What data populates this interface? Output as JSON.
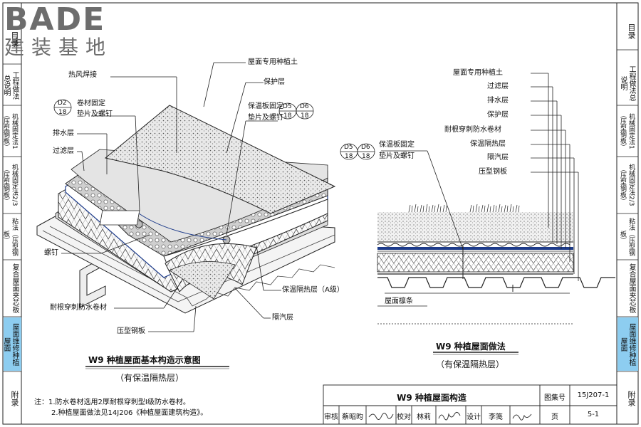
{
  "logo": {
    "brand": "BADE",
    "sub": "建装基地"
  },
  "left_tabs": [
    "目录",
    "工程做法总说明",
    "机械固定法1（压型钢板）",
    "机械固定法2/3（压型钢板）",
    "粘法（压型钢板）",
    "复合屋面夹芯板",
    "屋面维修种植屋面",
    "附录"
  ],
  "right_tabs": [
    "目录",
    "工程做法总说明",
    "机械固定法1（压型钢板）",
    "机械固定法2/3（压型钢板）",
    "粘法（压型钢板）",
    "复合屋面夹芯板",
    "屋面维修种植屋面",
    "附录"
  ],
  "left_figure": {
    "labels": {
      "hot_air": "热风焊接",
      "roll_fix_1": "卷材固定",
      "roll_fix_2": "垫片及螺钉",
      "drain": "排水层",
      "filter": "过滤层",
      "screw": "螺钉",
      "root_membrane": "耐根穿刺防水卷材",
      "steel": "压型钢板",
      "soil": "屋面专用种植土",
      "protect": "保护层",
      "ins_fix_1": "保温板固定",
      "ins_fix_2": "垫片及螺钉",
      "insulation": "保温隔热层（A级）",
      "vapor": "隔汽层"
    },
    "refs": {
      "d2_top": "D2",
      "d2_bot": "18",
      "d5_top": "D5",
      "d5_bot": "18",
      "d6_top": "D6",
      "d6_bot": "18"
    },
    "title": "W9  种植屋面基本构造示意图",
    "subtitle": "（有保温隔热层）"
  },
  "right_figure": {
    "layers": [
      "屋面专用种植土",
      "过滤层",
      "排水层",
      "保护层",
      "耐根穿刺防水卷材",
      "保温隔热层",
      "隔汽层",
      "压型钢板"
    ],
    "ins_fix_1": "保温板固定",
    "ins_fix_2": "垫片及螺钉",
    "purlin": "屋面檩条",
    "refs": {
      "d5_top": "D5",
      "d5_bot": "18",
      "d6_top": "D6",
      "d6_bot": "18"
    },
    "title": "W9  种植屋面做法",
    "subtitle": "（有保温隔热层）"
  },
  "notes": {
    "line1": "注：1.防水卷材选用2厚耐根穿刺型Ⅰ级防水卷材。",
    "line2": "2.种植屋面做法见14J206《种植屋面建筑构造》。"
  },
  "title_block": {
    "name": "W9  种植屋面构造",
    "atlas_label": "图集号",
    "atlas_no": "15J207-1",
    "review": "审核",
    "reviewer": "蔡昭昀",
    "check": "校对",
    "checker": "林莉",
    "design": "设计",
    "designer": "李笺",
    "page_label": "页",
    "page_no": "5-1"
  }
}
